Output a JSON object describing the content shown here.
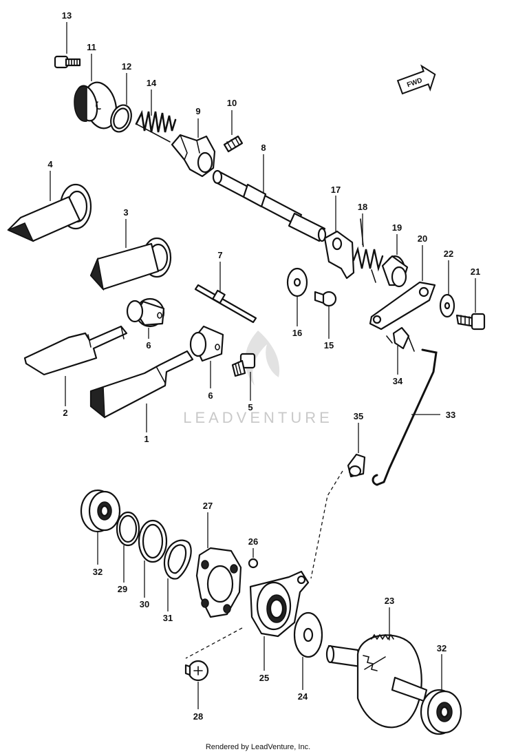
{
  "diagram": {
    "fwd_label": "FWD",
    "watermark_text": "LEADVENTURE",
    "footer_text": "Rendered by LeadVenture, Inc.",
    "callouts": {
      "c1": "1",
      "c2": "2",
      "c3": "3",
      "c4": "4",
      "c5": "5",
      "c6a": "6",
      "c6b": "6",
      "c7": "7",
      "c8": "8",
      "c9": "9",
      "c10": "10",
      "c11": "11",
      "c12": "12",
      "c13": "13",
      "c14": "14",
      "c15": "15",
      "c16": "16",
      "c17": "17",
      "c18": "18",
      "c19": "19",
      "c20": "20",
      "c21": "21",
      "c22": "22",
      "c23": "23",
      "c24": "24",
      "c25": "25",
      "c26": "26",
      "c27": "27",
      "c28": "28",
      "c29": "29",
      "c30": "30",
      "c31": "31",
      "c32a": "32",
      "c32b": "32",
      "c33": "33",
      "c34": "34",
      "c35": "35"
    }
  }
}
